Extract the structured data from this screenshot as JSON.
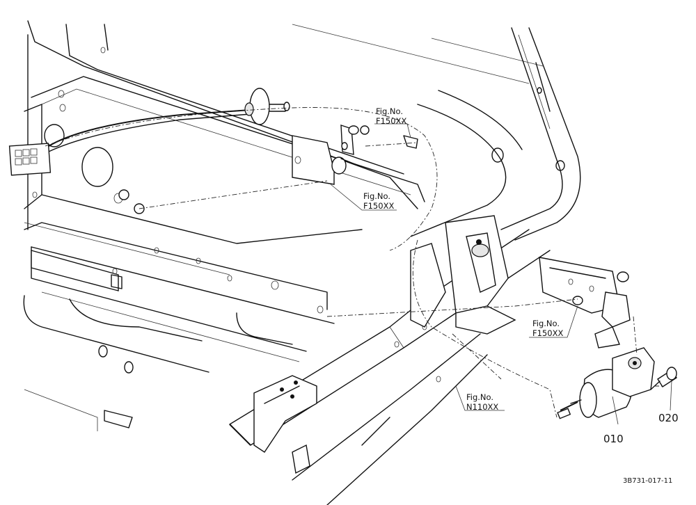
{
  "callouts": [
    {
      "line1": "Fig.No.",
      "line2": "F150XX"
    },
    {
      "line1": "Fig.No.",
      "line2": "F150XX"
    },
    {
      "line1": "Fig.No.",
      "line2": "F150XX"
    },
    {
      "line1": "Fig.No.",
      "line2": "N110XX"
    }
  ],
  "parts": [
    "010",
    "020"
  ],
  "drawing_code": "3B731-017-11"
}
